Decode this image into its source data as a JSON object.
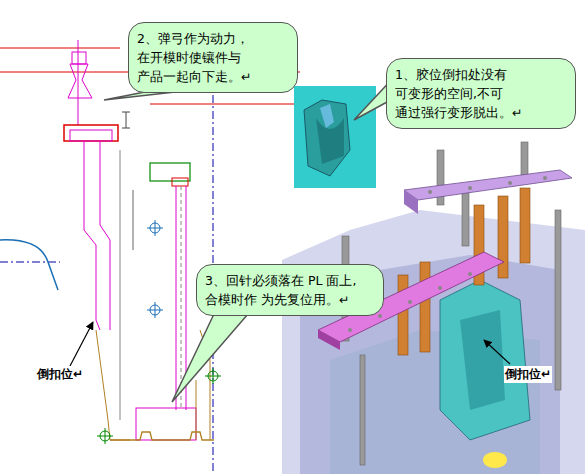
{
  "diagram": {
    "nodes": [
      {
        "text": [
          "2、弹弓作为动力， 在开模时使镶件与 产品一起向下走。↵"
        ]
      },
      {
        "text": [
          "1、胶位倒扣处没有 可变形的空间,不可 通过强行变形脱出。↵"
        ]
      },
      {
        "text": [
          "3、回针必须落在 PL 面上,合模时作 为先复位用。↵"
        ]
      }
    ],
    "labels": [
      "倒扣位↵",
      "倒扣位↵"
    ]
  }
}
